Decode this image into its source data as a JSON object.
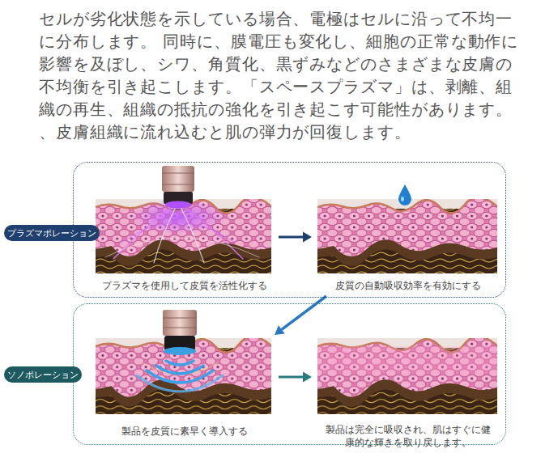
{
  "diagram": {
    "title": "セルが劣化状態を示している場合、電極はセルに沿って不均一に分布します。 同時に、膜電圧も変化し、細胞の正常な動作に影響を及ぼし、シワ、角質化、黒ずみなどのさまざまな皮膚の不均衡を引き起こします。「スペースプラズマ」は、剥離、組織の再生、組織の抵抗の強化を引き起こす可能性があります。 、皮膚組織に流れ込むと肌の弾力が回復します。",
    "nodes": [
      {
        "text": [
          "プラズマポレーション"
        ]
      },
      {
        "text": [
          "プラズマを使用して皮質を活性化する"
        ],
        "in": 0
      },
      {
        "text": [
          "皮質の自動吸収効率を有効にする"
        ],
        "in": 0
      },
      {
        "text": [
          "ソノポレーション"
        ]
      },
      {
        "text": [
          "製品を皮質に素早く導入する"
        ],
        "in": 3
      },
      {
        "text": [
          "製品は完全に吸収され、肌はすぐに健康的な輝きを取り戻します。"
        ],
        "in": 3
      }
    ],
    "edges": [
      {
        "from": 1,
        "to": 2,
        "arrow": "to"
      },
      {
        "from": 2,
        "to": 4,
        "arrow": "to"
      },
      {
        "from": 4,
        "to": 5,
        "arrow": "to"
      }
    ]
  }
}
